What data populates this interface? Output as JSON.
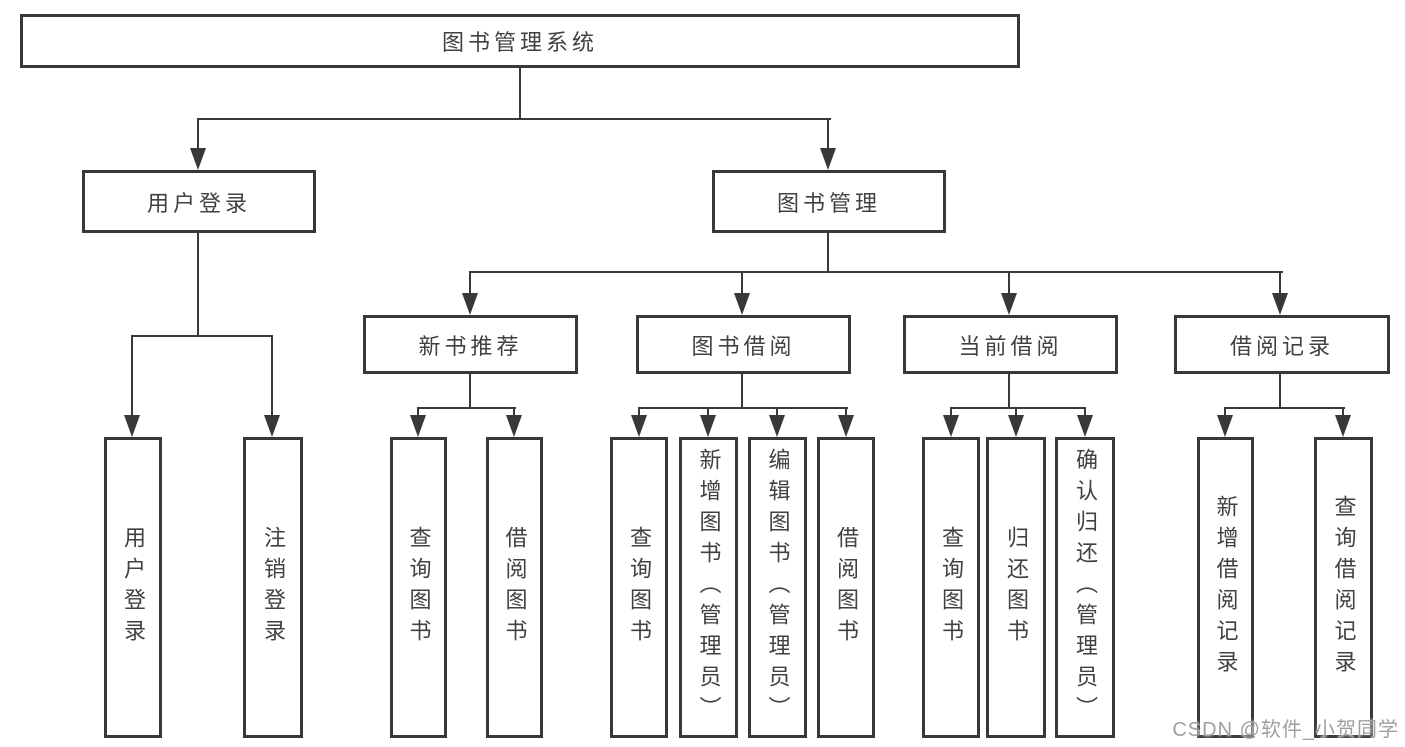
{
  "diagram": {
    "root": "图书管理系统",
    "level2": {
      "user_login": "用户登录",
      "book_management": "图书管理"
    },
    "level3": {
      "new_book_recommend": "新书推荐",
      "book_borrow": "图书借阅",
      "current_borrow": "当前借阅",
      "borrow_records": "借阅记录"
    },
    "leaves": {
      "user_login": "用户登录",
      "logout": "注销登录",
      "recommend_query_book": "查询图书",
      "recommend_borrow_book": "借阅图书",
      "borrow_query_book": "查询图书",
      "borrow_add_book": "新增图书（管理员）",
      "borrow_edit_book": "编辑图书（管理员）",
      "borrow_borrow_book": "借阅图书",
      "current_query_book": "查询图书",
      "current_return_book": "归还图书",
      "current_confirm_return": "确认归还（管理员）",
      "records_add_record": "新增借阅记录",
      "records_query_record": "查询借阅记录"
    }
  },
  "watermark": "CSDN @软件_小贺同学",
  "colors": {
    "line": "#383838",
    "text": "#414141",
    "watermark": "#9f9f9f",
    "background": "#ffffff"
  }
}
